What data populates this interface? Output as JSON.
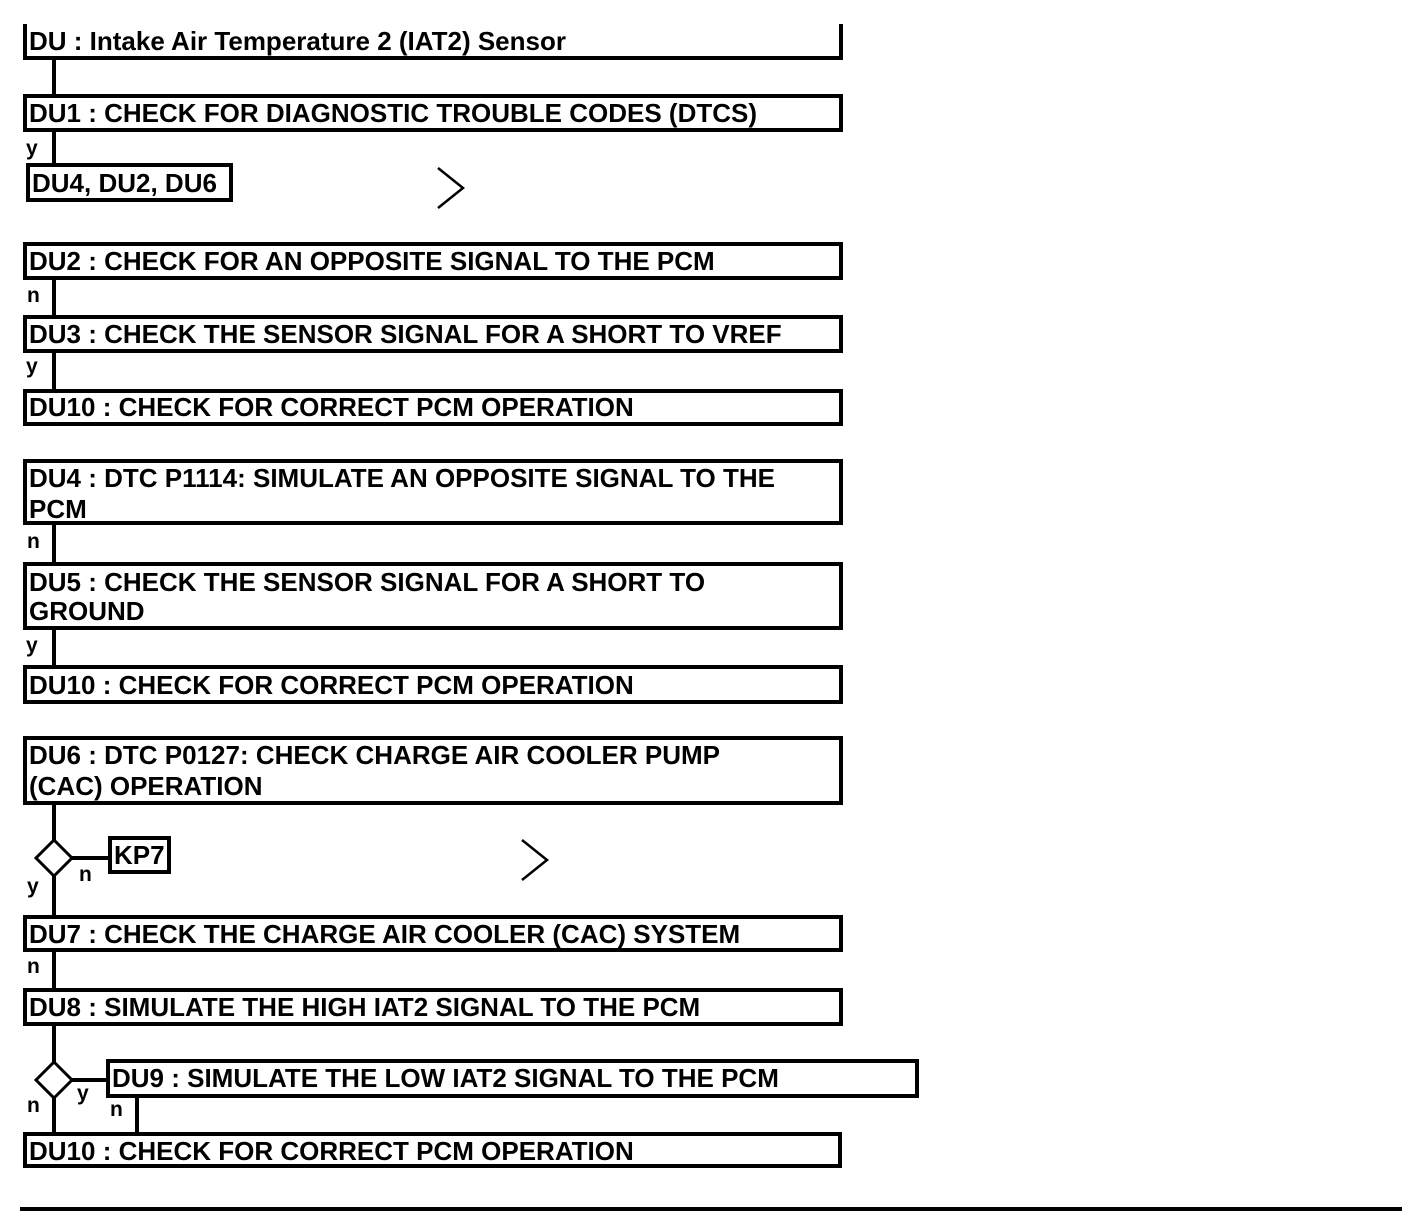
{
  "header": {
    "title": "DU : Intake Air Temperature 2 (IAT2) Sensor"
  },
  "steps": {
    "du1": "DU1 : CHECK FOR DIAGNOSTIC TROUBLE CODES (DTCS)",
    "du1_goto": "DU4, DU2, DU6",
    "du2": "DU2 : CHECK FOR AN OPPOSITE SIGNAL TO THE PCM",
    "du3": "DU3 : CHECK THE SENSOR SIGNAL FOR A SHORT TO VREF",
    "du10_a": "DU10 : CHECK FOR CORRECT PCM OPERATION",
    "du4_line1": "DU4 : DTC P1114: SIMULATE AN OPPOSITE SIGNAL TO THE",
    "du4_line2": "PCM",
    "du5_line1": "DU5 : CHECK THE SENSOR SIGNAL FOR A SHORT TO",
    "du5_line2": "GROUND",
    "du10_b": "DU10 : CHECK FOR CORRECT PCM OPERATION",
    "du6_line1": "DU6 : DTC P0127: CHECK CHARGE AIR COOLER PUMP",
    "du6_line2": "(CAC) OPERATION",
    "kp7": "KP7",
    "du7": "DU7 : CHECK THE CHARGE AIR COOLER (CAC) SYSTEM",
    "du8": "DU8 : SIMULATE THE HIGH IAT2 SIGNAL TO THE PCM",
    "du9": "DU9 : SIMULATE THE LOW IAT2 SIGNAL TO THE PCM",
    "du10_c": "DU10 : CHECK FOR CORRECT PCM OPERATION"
  },
  "branches": {
    "du1_yes": "y",
    "du2_no": "n",
    "du3_yes": "y",
    "du4_no": "n",
    "du5_yes": "y",
    "du6_decision_yes": "y",
    "du6_decision_no": "n",
    "du7_no": "n",
    "du8_decision_no": "n",
    "du8_decision_yes": "y",
    "du9_no": "n"
  }
}
